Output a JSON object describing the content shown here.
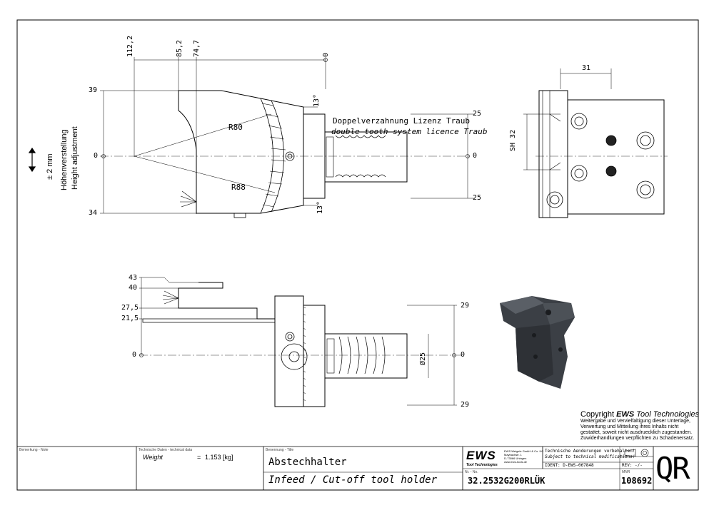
{
  "dimensions_top": {
    "horizontal": [
      "112,2",
      "85,2",
      "74,7",
      "0"
    ],
    "vertical_left": [
      "39",
      "0",
      "34"
    ],
    "vertical_right": [
      "25",
      "0",
      "25"
    ],
    "radii": [
      "R80",
      "R88"
    ],
    "angles": [
      "13°",
      "13°"
    ]
  },
  "height_adjust": {
    "value": "± 2 mm",
    "de": "Höhenverstellung",
    "en": "Height adjustment"
  },
  "tooth_note": {
    "de": "Doppelverzahnung Lizenz Traub",
    "en": "double tooth system licence Traub"
  },
  "side_view": {
    "width": "31",
    "shank": "SH 32"
  },
  "bottom_view": {
    "left": [
      "43",
      "40",
      "27,5",
      "21,5",
      "0"
    ],
    "right": [
      "29",
      "0",
      "29"
    ],
    "diameter": "Ø25"
  },
  "copyright": {
    "prefix": "Copyright ",
    "brand": "EWS",
    "suffix": " Tool Technologies",
    "lines": [
      "Weitergabe und Vervielfaltigung dieser Unterlage,",
      "Verwertung und Mitteilung ihres Inhalts nicht",
      "gestattet, soweit nicht ausdruecklich zugestanden.",
      "Zuwiderhandlungen verpflichten zu Schadenersatz."
    ]
  },
  "title_block": {
    "note_label": "Bemerkung - Note",
    "tech_label": "Technische Daten - technical data",
    "weight_label": "Weight",
    "weight_eq": "=",
    "weight_value": "1.153 [kg]",
    "title_label": "Benennung - Title",
    "title_de": "Abstechhalter",
    "title_en": "Infeed / Cut-off tool holder",
    "logo": "EWS",
    "logo_sub": "Tool Technologies",
    "company_lines": [
      "EWS Weigele GmbH & Co. KG",
      "Maybachstr. 1",
      "D-73066 Uhingen",
      "www.ews-tools.de"
    ],
    "changes_de": "Technische Aenderungen vorbehalten!",
    "changes_en": "Subject to technical modifications!",
    "ident": "IDENT: D-EWS-067848",
    "rev": "REV: -/-",
    "no_label": "Nr. - No.",
    "part_no": "32.2532G200RLÜK",
    "mnr_label": "MNR",
    "mnr": "108692",
    "code": "QR"
  }
}
